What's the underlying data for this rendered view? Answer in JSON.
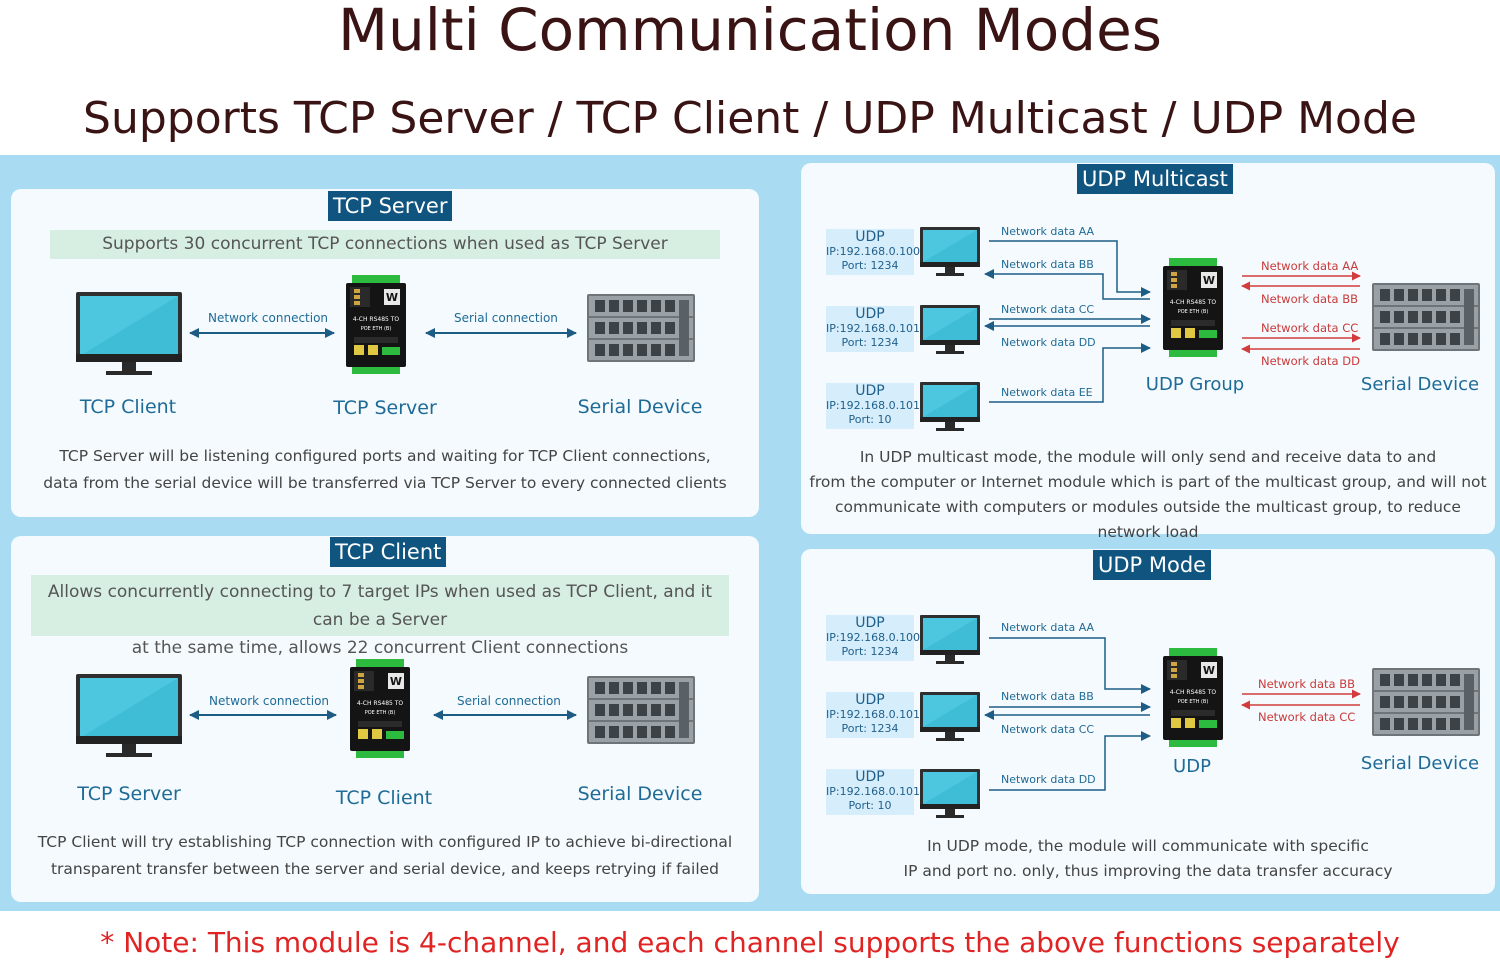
{
  "title": "Multi Communication Modes",
  "subtitle": "Supports TCP Server / TCP Client / UDP Multicast / UDP Mode",
  "tcp_server_panel": {
    "badge": "TCP Server",
    "highlight": "Supports 30 concurrent TCP connections when used as TCP Server",
    "left_label": "TCP Client",
    "center_label": "TCP Server",
    "right_label": "Serial Device",
    "link_left": "Network connection",
    "link_right": "Serial connection",
    "desc_line1": "TCP Server will be listening configured ports and waiting for TCP Client connections,",
    "desc_line2": "data from the serial device will be transferred via TCP Server to every connected clients"
  },
  "tcp_client_panel": {
    "badge": "TCP Client",
    "highlight_line1": "Allows concurrently connecting to 7 target IPs when used as TCP Client, and it can be a Server",
    "highlight_line2": "at the same time, allows 22 concurrent Client connections",
    "left_label": "TCP Server",
    "center_label": "TCP Client",
    "right_label": "Serial Device",
    "link_left": "Network connection",
    "link_right": "Serial connection",
    "desc_line1": "TCP Client will try establishing TCP connection with configured IP to achieve bi-directional",
    "desc_line2": "transparent transfer between the server and serial device, and keeps retrying if failed"
  },
  "multicast_panel": {
    "badge": "UDP Multicast",
    "nodes": [
      {
        "t": "UDP",
        "ip": "IP:192.168.0.100",
        "port": "Port:  1234"
      },
      {
        "t": "UDP",
        "ip": "IP:192.168.0.101",
        "port": "Port:  1234"
      },
      {
        "t": "UDP",
        "ip": "IP:192.168.0.101",
        "port": "Port:  10"
      }
    ],
    "left_links": [
      "Network data AA",
      "Network data BB",
      "Network data CC",
      "Network data DD",
      "Network data EE"
    ],
    "right_links": [
      "Network data AA",
      "Network data BB",
      "Network data CC",
      "Network data DD"
    ],
    "center_label": "UDP Group",
    "right_label": "Serial Device",
    "desc_line1": "In UDP multicast mode, the module will only send and receive data to and",
    "desc_line2": "from the computer or Internet module which is part of the multicast group, and will not",
    "desc_line3": "communicate with computers or modules outside the multicast group, to reduce network load"
  },
  "udp_panel": {
    "badge": "UDP Mode",
    "nodes": [
      {
        "t": "UDP",
        "ip": "IP:192.168.0.100",
        "port": "Port:  1234"
      },
      {
        "t": "UDP",
        "ip": "IP:192.168.0.101",
        "port": "Port:  1234"
      },
      {
        "t": "UDP",
        "ip": "IP:192.168.0.101",
        "port": "Port:  10"
      }
    ],
    "left_links": [
      "Network data AA",
      "Network data BB",
      "Network data CC",
      "Network data DD"
    ],
    "right_links": [
      "Network data BB",
      "Network data CC"
    ],
    "center_label": "UDP",
    "right_label": "Serial Device",
    "desc_line1": "In UDP mode, the module will communicate with specific",
    "desc_line2": "IP and port no. only, thus improving the data transfer accuracy"
  },
  "note": "* Note: This module is 4-channel, and each channel supports the above functions separately",
  "device_text": {
    "line1": "4-CH RS485 TO",
    "line2": "POE ETH (B)",
    "logo": "W"
  },
  "colors": {
    "accent": "#10557f",
    "title": "#3a1414",
    "label": "#1f6b97",
    "note": "#e02424",
    "band": "#a9dcf3"
  }
}
